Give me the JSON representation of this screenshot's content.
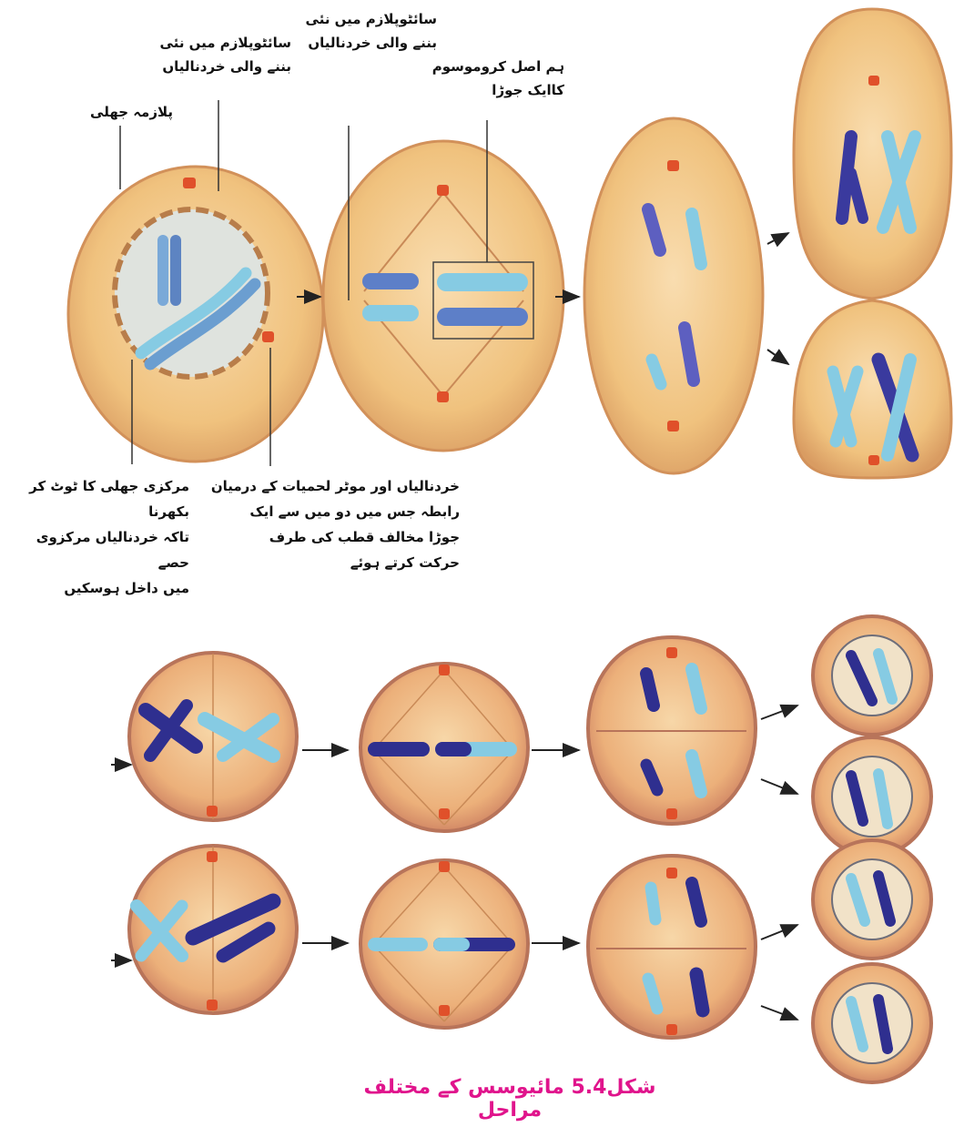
{
  "labels": {
    "new_microtubules_a": "سائٹوپلازم میں نئی\nبننے والی خردنالیاں",
    "new_microtubules_b": "سائٹوپلازم میں نئی\nبننے والی خردنالیاں",
    "homologous_pair": "ہم اصل کروموسوم\nکاایک جوڑا",
    "plasma_membrane": "پلازمہ جھلی",
    "nuclear_breakdown": "مرکزی جھلی کا ٹوٹ کر بکھرنا\nتاکہ خردنالیاں مرکزوی حصے\nمیں داخل ہوسکیں",
    "microtubule_link": "خردنالیاں اور موٹر لحمیات کے درمیان\nرابطہ جس میں دو میں سے ایک\nجوڑا مخالف قطب کی طرف\nحرکت کرتے ہوئے"
  },
  "caption": "شکل5.4 مائیوسس کے مختلف مراحل",
  "colors": {
    "cell_fill": "#f2c784",
    "cell_edge": "#d8955a",
    "chromosome_light": "#86cbe3",
    "chromosome_dark": "#3a3a9e",
    "centriole": "#e0502a",
    "spindle": "#c98a57",
    "caption": "#e0148c"
  }
}
